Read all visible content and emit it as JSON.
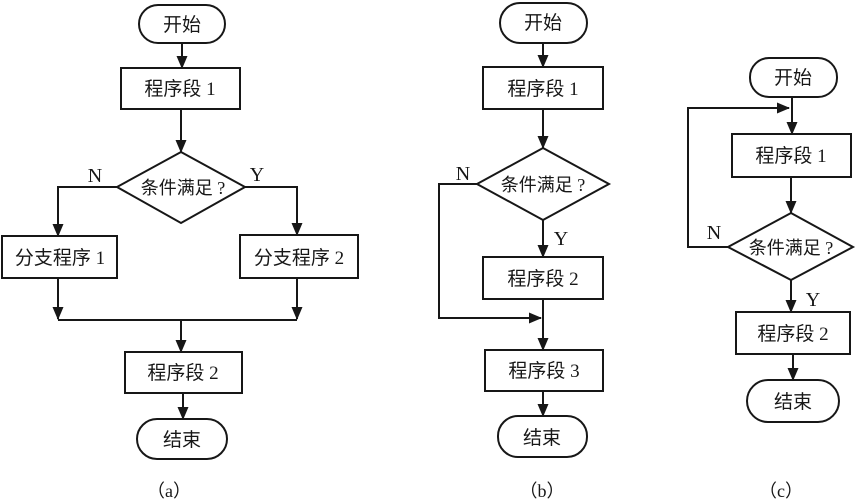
{
  "figure": {
    "bg": "#ffffff",
    "line_color": "#171717",
    "charts": {
      "a": {
        "caption": "（a）",
        "start": "开始",
        "p1": "程序段 1",
        "cond": "条件满足 ?",
        "no": "N",
        "yes": "Y",
        "b1": "分支程序 1",
        "b2": "分支程序 2",
        "p2": "程序段 2",
        "end": "结束"
      },
      "b": {
        "caption": "（b）",
        "start": "开始",
        "p1": "程序段 1",
        "cond": "条件满足 ?",
        "no": "N",
        "yes": "Y",
        "p2": "程序段 2",
        "p3": "程序段 3",
        "end": "结束"
      },
      "c": {
        "caption": "（c）",
        "start": "开始",
        "p1": "程序段 1",
        "cond": "条件满足 ?",
        "no": "N",
        "yes": "Y",
        "p2": "程序段 2",
        "end": "结束"
      }
    }
  }
}
